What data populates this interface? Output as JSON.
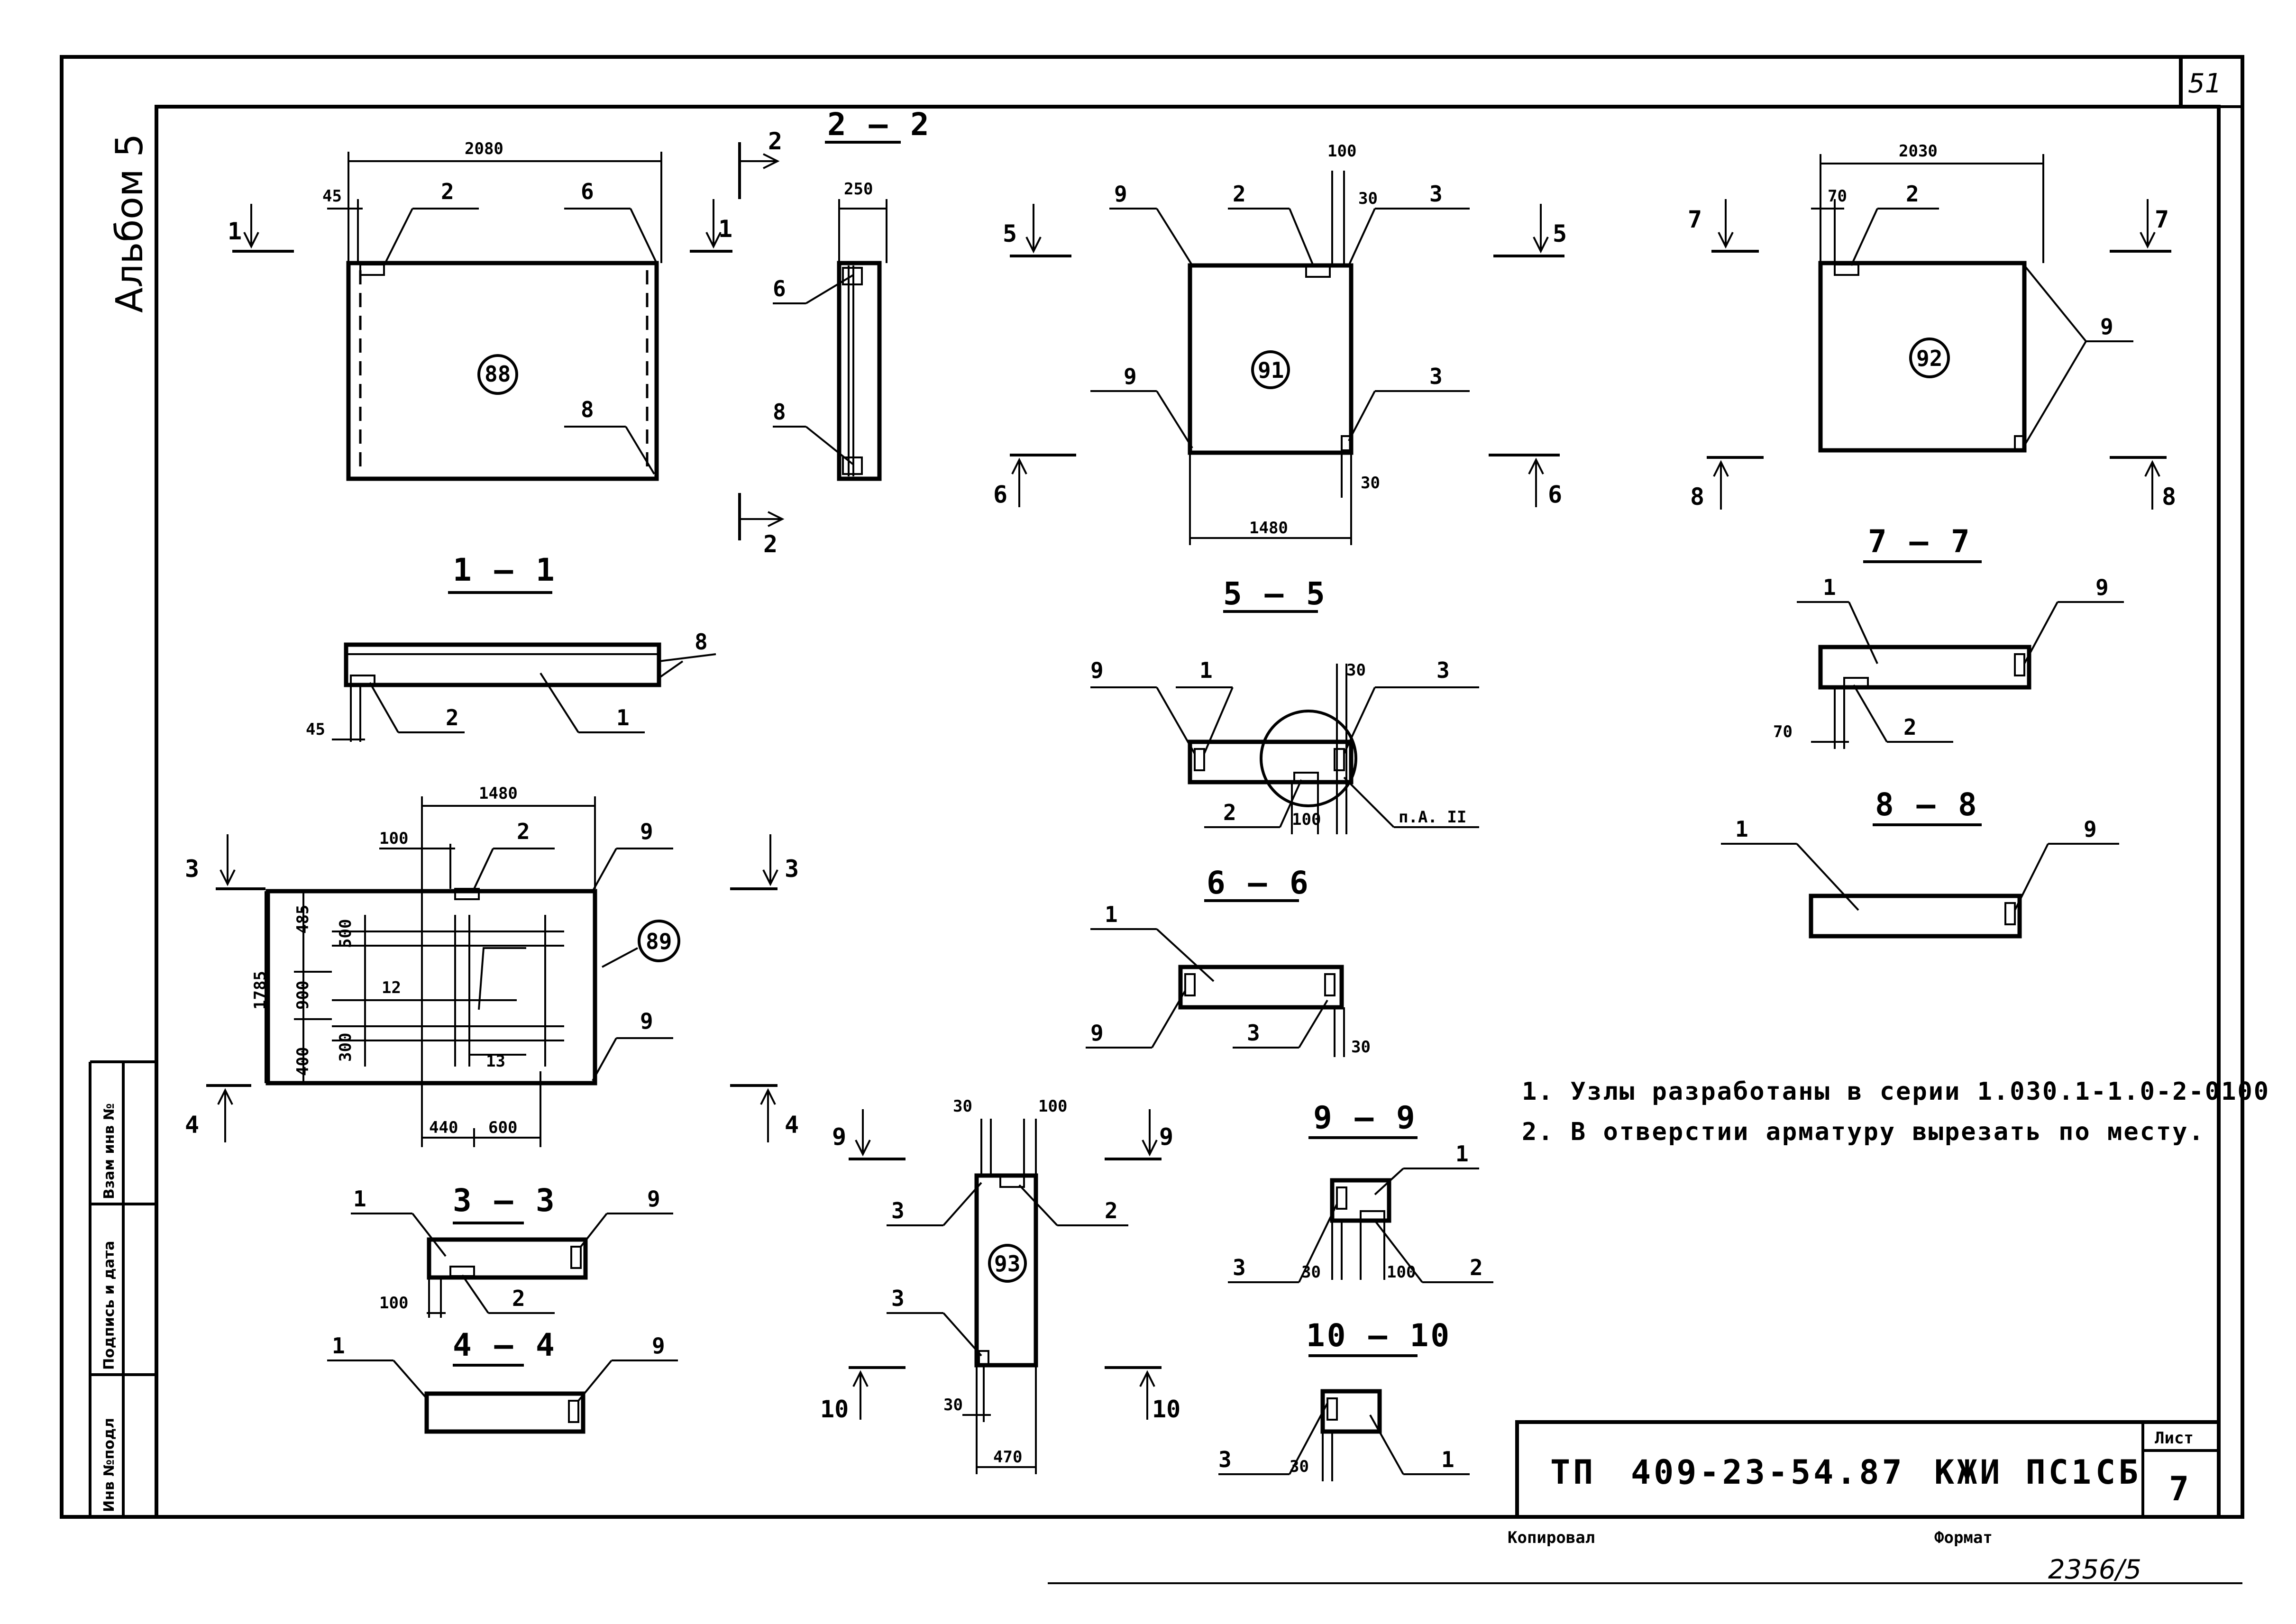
{
  "sheet": {
    "page_number": "51",
    "album": "Альбом 5",
    "side_stamps": [
      "Инв №подл",
      "Подпись и дата",
      "Взам инв №"
    ],
    "copied": "Копировал",
    "format": "Формат",
    "handwritten_number": "2356/5"
  },
  "title_block": {
    "tp": "ТП",
    "project": "409-23-54.87",
    "code": "КЖИ ПС1",
    "sb": "СБ",
    "sheet_label": "Лист",
    "sheet_number": "7"
  },
  "notes": [
    "1. Узлы разработаны в серии 1.030.1-1.0-2-0100",
    "2. В отверстии арматуру вырезать по месту."
  ],
  "panels": {
    "p88": {
      "mark": "88",
      "width": "2080",
      "offset": "45",
      "callouts": [
        "2",
        "6",
        "8"
      ],
      "cut": "1"
    },
    "p89": {
      "mark": "89",
      "width": "1480",
      "height": "1785",
      "dims": [
        "100",
        "485",
        "500",
        "900",
        "300",
        "400",
        "440",
        "600"
      ],
      "callouts": [
        "2",
        "9",
        "9",
        "12",
        "13"
      ],
      "cut_top": "3",
      "cut_bottom": "4"
    },
    "p91": {
      "mark": "91",
      "width": "1480",
      "dims": [
        "100",
        "30",
        "30"
      ],
      "callouts": [
        "9",
        "2",
        "3",
        "9",
        "3"
      ],
      "cut_top": "5",
      "cut_bottom": "6"
    },
    "p92": {
      "mark": "92",
      "width": "2030",
      "offset": "70",
      "callouts": [
        "2",
        "9"
      ],
      "cut_top": "7",
      "cut_bottom": "8"
    },
    "p93": {
      "mark": "93",
      "width": "470",
      "dims": [
        "30",
        "100",
        "30"
      ],
      "callouts": [
        "3",
        "2",
        "3"
      ],
      "cut_top": "9",
      "cut_bottom": "10"
    }
  },
  "sections": {
    "s1": {
      "title": "1 – 1",
      "dim": "45",
      "callouts": [
        "2",
        "1",
        "8"
      ]
    },
    "s2": {
      "title": "2 – 2",
      "dim": "250",
      "callouts": [
        "6",
        "8"
      ],
      "cut": "2"
    },
    "s3": {
      "title": "3 – 3",
      "dim": "100",
      "callouts": [
        "1",
        "9",
        "2"
      ]
    },
    "s4": {
      "title": "4 – 4",
      "callouts": [
        "1",
        "9"
      ]
    },
    "s5": {
      "title": "5 – 5",
      "dims": [
        "30",
        "100"
      ],
      "callouts": [
        "9",
        "1",
        "3",
        "2"
      ],
      "node": "п.А. II"
    },
    "s6": {
      "title": "6 – 6",
      "dim": "30",
      "callouts": [
        "1",
        "9",
        "3"
      ]
    },
    "s7": {
      "title": "7 – 7",
      "dim": "70",
      "callouts": [
        "1",
        "9",
        "2"
      ]
    },
    "s8": {
      "title": "8 – 8",
      "callouts": [
        "1",
        "9"
      ]
    },
    "s9": {
      "title": "9 – 9",
      "dims": [
        "30",
        "100"
      ],
      "callouts": [
        "1",
        "3",
        "2"
      ]
    },
    "s10": {
      "title": "10 – 10",
      "dim": "30",
      "callouts": [
        "3",
        "1"
      ]
    }
  }
}
